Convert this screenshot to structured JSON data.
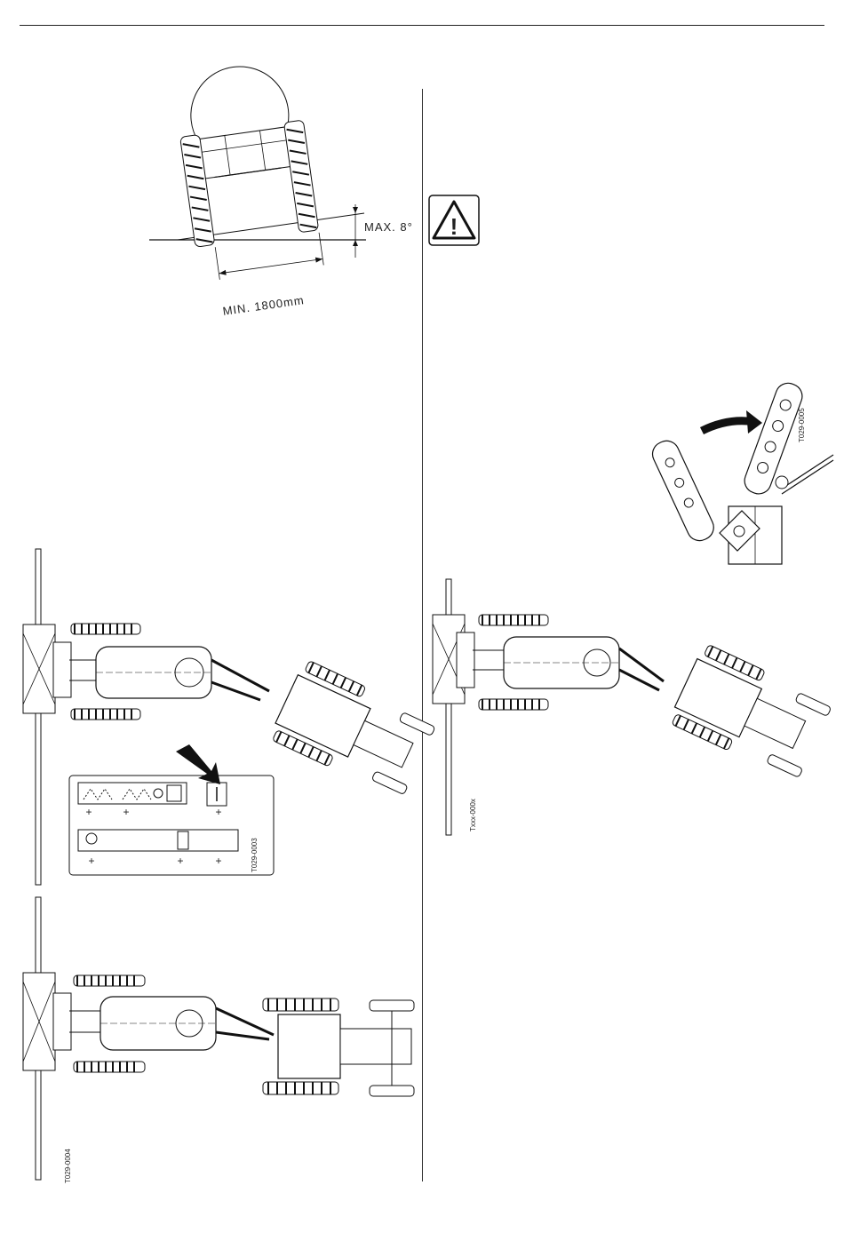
{
  "slope_figure": {
    "angle_label": "MAX.  8°",
    "width_label": "MIN.  1800mm"
  },
  "figure_codes": {
    "fig_hitch": "T029-0005",
    "fig_turn_right": "T029-0003",
    "fig_straight": "T029-0004",
    "fig_turn_left": "Txxx-000x"
  },
  "control_panel": {
    "plus_sign": "+"
  },
  "warning": {
    "icon": "warning-triangle-icon",
    "glyph": "!"
  }
}
